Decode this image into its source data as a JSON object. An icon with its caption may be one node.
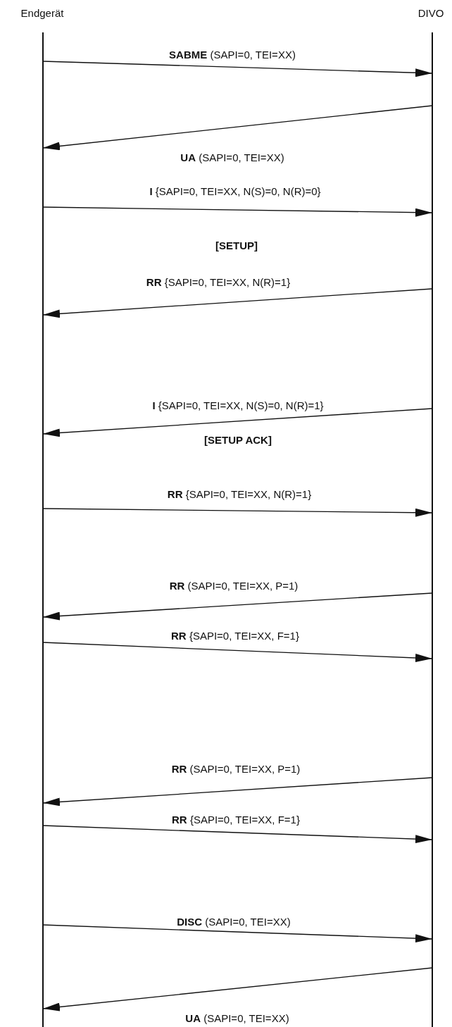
{
  "diagram": {
    "nodes": [
      {
        "text": [
          "Endgerät"
        ]
      },
      {
        "text": [
          "DIVO"
        ]
      }
    ],
    "edges": [
      {
        "from": 0,
        "to": 1,
        "arrow": "to",
        "label": "**SABME** (SAPI=0, TEI=XX)"
      },
      {
        "from": 1,
        "to": 0,
        "arrow": "to",
        "label": "**UA** (SAPI=0, TEI=XX)"
      },
      {
        "from": 0,
        "to": 1,
        "arrow": "to",
        "label": "**I** {SAPI=0, TEI=XX, N(S)=0, N(R)=0}"
      },
      {
        "from": 1,
        "to": 0,
        "arrow": "to",
        "label": "**RR** {SAPI=0, TEI=XX, N(R)=1}"
      },
      {
        "from": 1,
        "to": 0,
        "arrow": "to",
        "label": "**I** {SAPI=0, TEI=XX, N(S)=0, N(R)=1}"
      },
      {
        "from": 0,
        "to": 1,
        "arrow": "to",
        "label": "**RR** {SAPI=0, TEI=XX, N(R)=1}"
      },
      {
        "from": 1,
        "to": 0,
        "arrow": "to",
        "label": "**RR** (SAPI=0, TEI=XX, P=1)"
      },
      {
        "from": 0,
        "to": 1,
        "arrow": "to",
        "label": "**RR** {SAPI=0, TEI=XX, F=1}"
      },
      {
        "from": 1,
        "to": 0,
        "arrow": "to",
        "label": "**RR** (SAPI=0, TEI=XX, P=1)"
      },
      {
        "from": 0,
        "to": 1,
        "arrow": "to",
        "label": "**RR** {SAPI=0, TEI=XX, F=1}"
      },
      {
        "from": 0,
        "to": 1,
        "arrow": "to",
        "label": "**DISC** (SAPI=0, TEI=XX)"
      },
      {
        "from": 1,
        "to": 0,
        "arrow": "to",
        "label": "**UA** (SAPI=0, TEI=XX)"
      }
    ],
    "labels": [
      "[SETUP]",
      "[SETUP ACK]"
    ]
  }
}
